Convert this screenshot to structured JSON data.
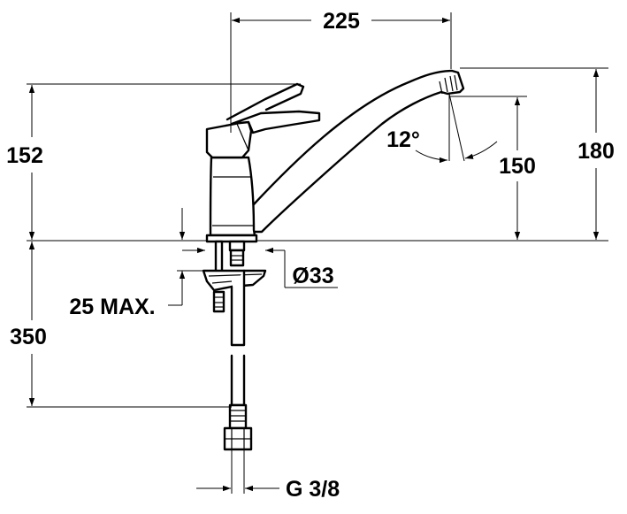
{
  "dimensions": {
    "width_overall": "225",
    "handle_height": "152",
    "total_height": "180",
    "spout_height": "150",
    "spout_angle": "12°",
    "hole_diameter": "Ø33",
    "deck_thickness": "25 MAX.",
    "hose_length": "350",
    "connection_thread": "G 3/8"
  }
}
